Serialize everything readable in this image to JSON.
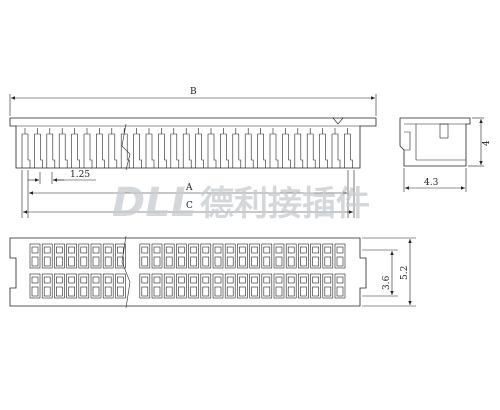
{
  "dimensions": {
    "overall_length": "B",
    "body_length": "A",
    "pin_span": "C",
    "pitch": "1.25",
    "side_height": "4",
    "side_depth": "4.3",
    "row_spacing": "3.6",
    "body_width": "5.2"
  },
  "watermark": {
    "brand": "DLL",
    "company": "德利接插件"
  },
  "colors": {
    "line": "#222222",
    "watermark": "#c8ccd0"
  }
}
